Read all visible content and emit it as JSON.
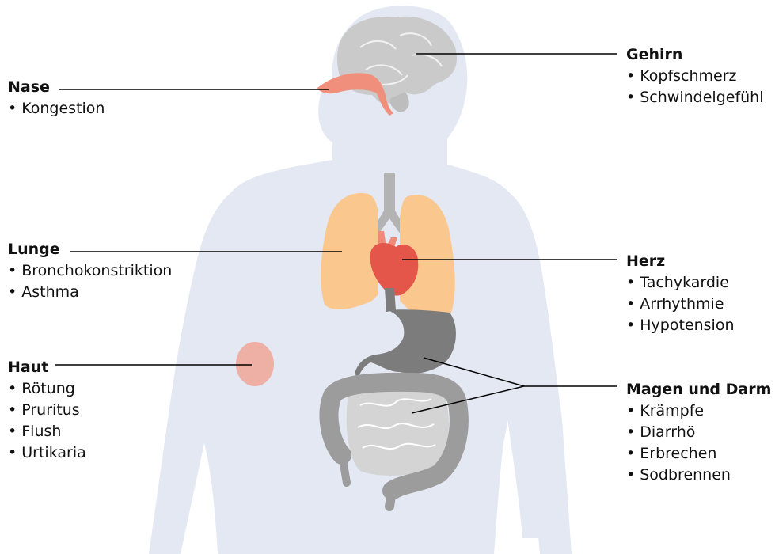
{
  "labels": {
    "nase": {
      "title": "Nase",
      "items": [
        "Kongestion"
      ]
    },
    "lunge": {
      "title": "Lunge",
      "items": [
        "Bronchokonstriktion",
        "Asthma"
      ]
    },
    "haut": {
      "title": "Haut",
      "items": [
        "Rötung",
        "Pruritus",
        "Flush",
        "Urtikaria"
      ]
    },
    "gehirn": {
      "title": "Gehirn",
      "items": [
        "Kopfschmerz",
        "Schwindelgefühl"
      ]
    },
    "herz": {
      "title": "Herz",
      "items": [
        "Tachykardie",
        "Arrhythmie",
        "Hypotension"
      ]
    },
    "magen": {
      "title": "Magen und Darm",
      "items": [
        "Krämpfe",
        "Diarrhö",
        "Erbrechen",
        "Sodbrennen"
      ]
    }
  },
  "colors": {
    "body": "#e3e8f3",
    "brain": "#cacaca",
    "brain_folds": "#f1f1f1",
    "nasal": "#ef8f7c",
    "lungs": "#fac88f",
    "heart": "#e5564a",
    "heart_vessels": "#ef8a78",
    "trachea": "#b3b3b3",
    "stomach": "#7c7c7c",
    "small_intestine": "#d4d4d4",
    "large_intestine": "#9c9c9c",
    "skin_spot": "#f0a596",
    "leader_line": "#000000"
  },
  "icons": {
    "figure": "human-body-silhouette",
    "brain": "brain-icon",
    "nose": "nasal-cavity-icon",
    "lungs": "lungs-icon",
    "heart": "heart-icon",
    "stomach": "stomach-icon",
    "intestines": "intestines-icon",
    "skin": "skin-rash-icon"
  }
}
